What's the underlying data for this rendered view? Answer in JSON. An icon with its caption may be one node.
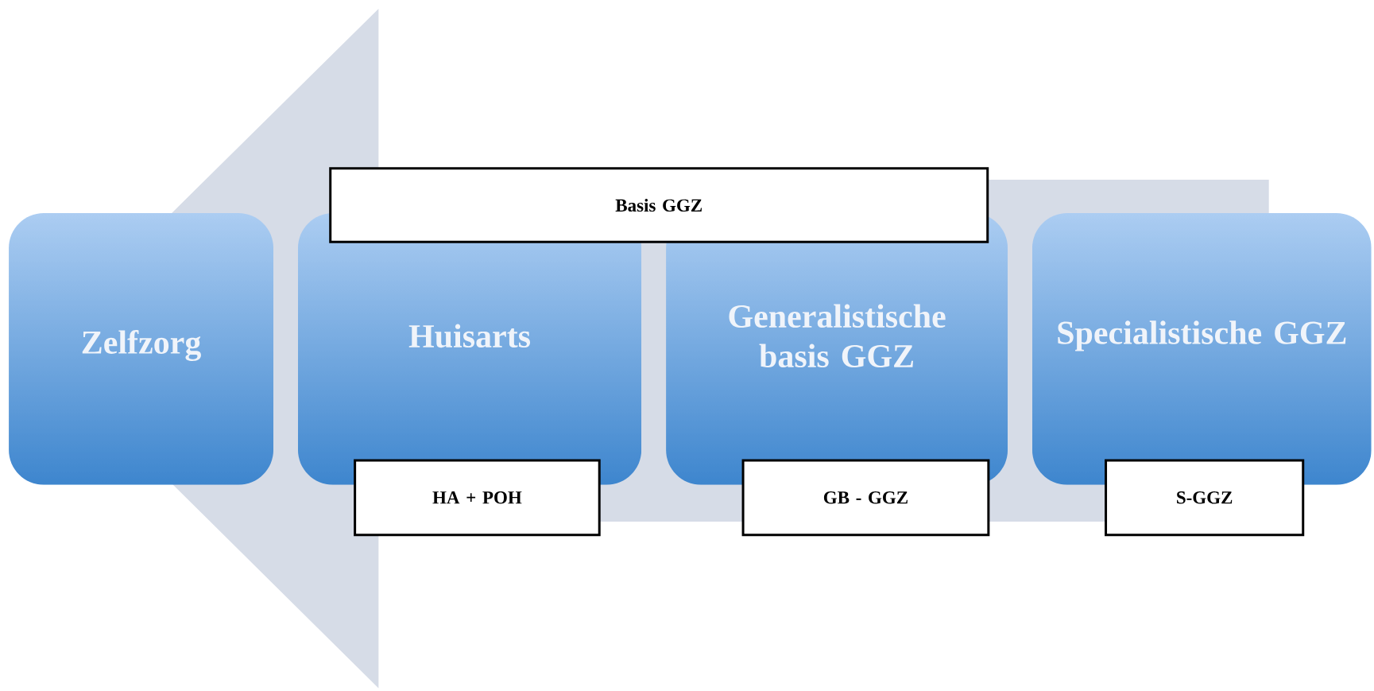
{
  "diagram": {
    "nodes": [
      {
        "text": [
          "Zelfzorg"
        ]
      },
      {
        "text": [
          "Huisarts"
        ]
      },
      {
        "text": [
          "Generalistische basis GGZ"
        ]
      },
      {
        "text": [
          "Specialistische GGZ"
        ]
      },
      {
        "text": [
          "Basis GGZ"
        ]
      },
      {
        "text": [
          "HA + POH"
        ]
      },
      {
        "text": [
          "GB - GGZ"
        ]
      },
      {
        "text": [
          "S-GGZ"
        ]
      }
    ]
  }
}
